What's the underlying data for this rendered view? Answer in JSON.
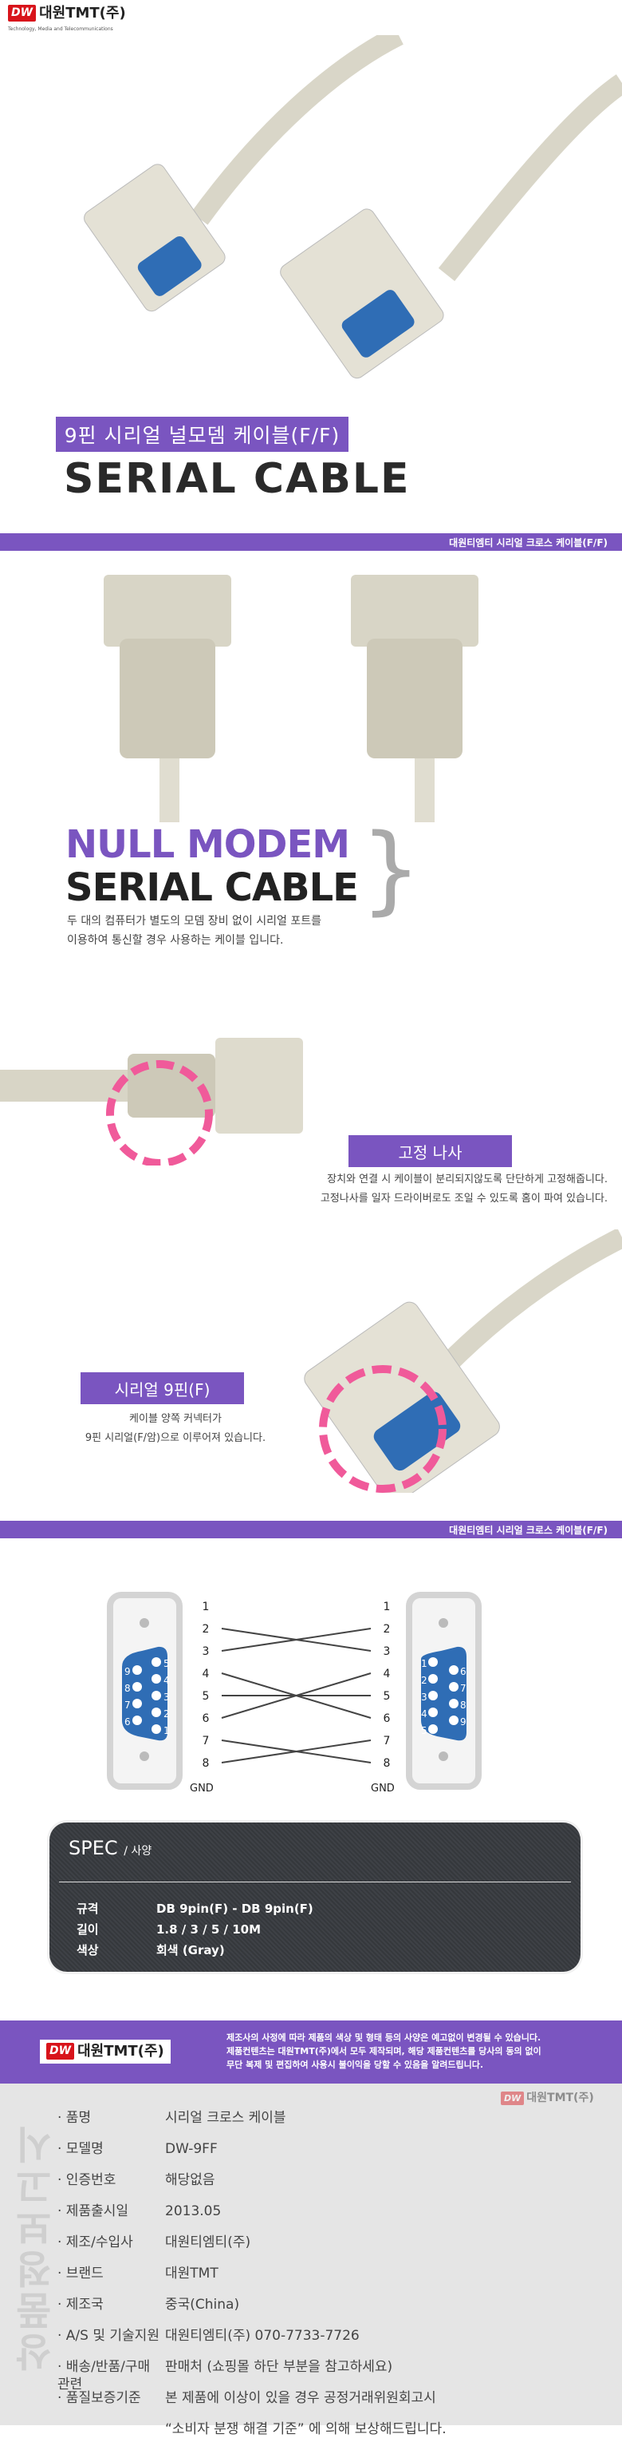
{
  "brand": {
    "logo_mark": "DW",
    "logo_name": "대원TMT(주)",
    "logo_sub": "Technology, Media and Telecommunications"
  },
  "hero": {
    "title_kr": "9핀 시리얼 널모뎀 케이블(F/F)",
    "title_en": "SERIAL CABLE"
  },
  "section_bar_label": "대원티엠티 시리얼 크로스 케이블(F/F)",
  "intro": {
    "line1": "NULL MODEM",
    "line2": "SERIAL CABLE",
    "desc1": "두 대의 컴퓨터가 별도의 모뎀 장비 없이 시리얼 포트를",
    "desc2": "이용하여 통신할 경우 사용하는 케이블 입니다."
  },
  "feature_screw": {
    "label": "고정 나사",
    "desc1": "장치와 연결 시 케이블이 분리되지않도록 단단하게 고정해줍니다.",
    "desc2": "고정나사를 일자 드라이버로도 조일 수 있도록 홈이 파여 있습니다."
  },
  "feature_pin": {
    "label": "시리얼 9핀(F)",
    "desc1": "케이블 양쪽 커넥터가",
    "desc2": "9핀 시리얼(F/암)으로 이루어져 있습니다."
  },
  "pinout": {
    "pins": [
      "1",
      "2",
      "3",
      "4",
      "5",
      "6",
      "7",
      "8"
    ],
    "gnd": "GND",
    "left_connector": [
      "5",
      "4",
      "3",
      "2",
      "1",
      "9",
      "8",
      "7",
      "6"
    ],
    "right_connector": [
      "1",
      "2",
      "3",
      "4",
      "5",
      "6",
      "7",
      "8",
      "9"
    ],
    "wiring": [
      [
        2,
        3
      ],
      [
        3,
        2
      ],
      [
        4,
        6
      ],
      [
        5,
        5
      ],
      [
        6,
        4
      ],
      [
        7,
        8
      ],
      [
        8,
        7
      ]
    ]
  },
  "spec": {
    "title": "SPEC",
    "subtitle": "/ 사양",
    "rows": [
      {
        "k": "규격",
        "v": "DB 9pin(F) - DB 9pin(F)"
      },
      {
        "k": "길이",
        "v": "1.8 / 3 / 5 / 10M"
      },
      {
        "k": "색상",
        "v": "회색 (Gray)"
      }
    ]
  },
  "footer": {
    "notice": [
      "제조사의 사정에 따라 제품의 색상 및 형태 등의 사양은 예고없이 변경될 수 있습니다.",
      "제품컨텐츠는 대원TMT(주)에서 모두 제작되며, 해당 제품컨텐츠를 당사의 동의 없이",
      "무단 복제 및 편집하여 사용시 불이익을 당할 수 있음을 알려드립니다."
    ]
  },
  "info": {
    "vertical_title": "상품정보고시",
    "rows": [
      {
        "k": "· 품명",
        "v": "시리얼 크로스 케이블"
      },
      {
        "k": "· 모델명",
        "v": "DW-9FF"
      },
      {
        "k": "· 인증번호",
        "v": "해당없음"
      },
      {
        "k": "· 제품출시일",
        "v": "2013.05"
      },
      {
        "k": "· 제조/수입사",
        "v": "대원티엠티(주)"
      },
      {
        "k": "· 브랜드",
        "v": "대원TMT"
      },
      {
        "k": "· 제조국",
        "v": "중국(China)"
      },
      {
        "k": "· A/S 및 기술지원",
        "v": "대원티엠티(주) 070-7733-7726"
      },
      {
        "k": "· 배송/반품/구매 관련",
        "v": "판매처 (쇼핑몰 하단 부분을 참고하세요)"
      },
      {
        "k": "· 품질보증기준",
        "v": "본 제품에 이상이 있을 경우 공정거래위원회고시"
      },
      {
        "k": "",
        "v": "“소비자 분쟁 해결 기준” 에 의해 보상해드립니다."
      }
    ]
  },
  "colors": {
    "purple": "#7a55c0",
    "pink": "#f05a9a",
    "connector_blue": "#2f6db5",
    "cable_gray": "#d9d6c8"
  }
}
